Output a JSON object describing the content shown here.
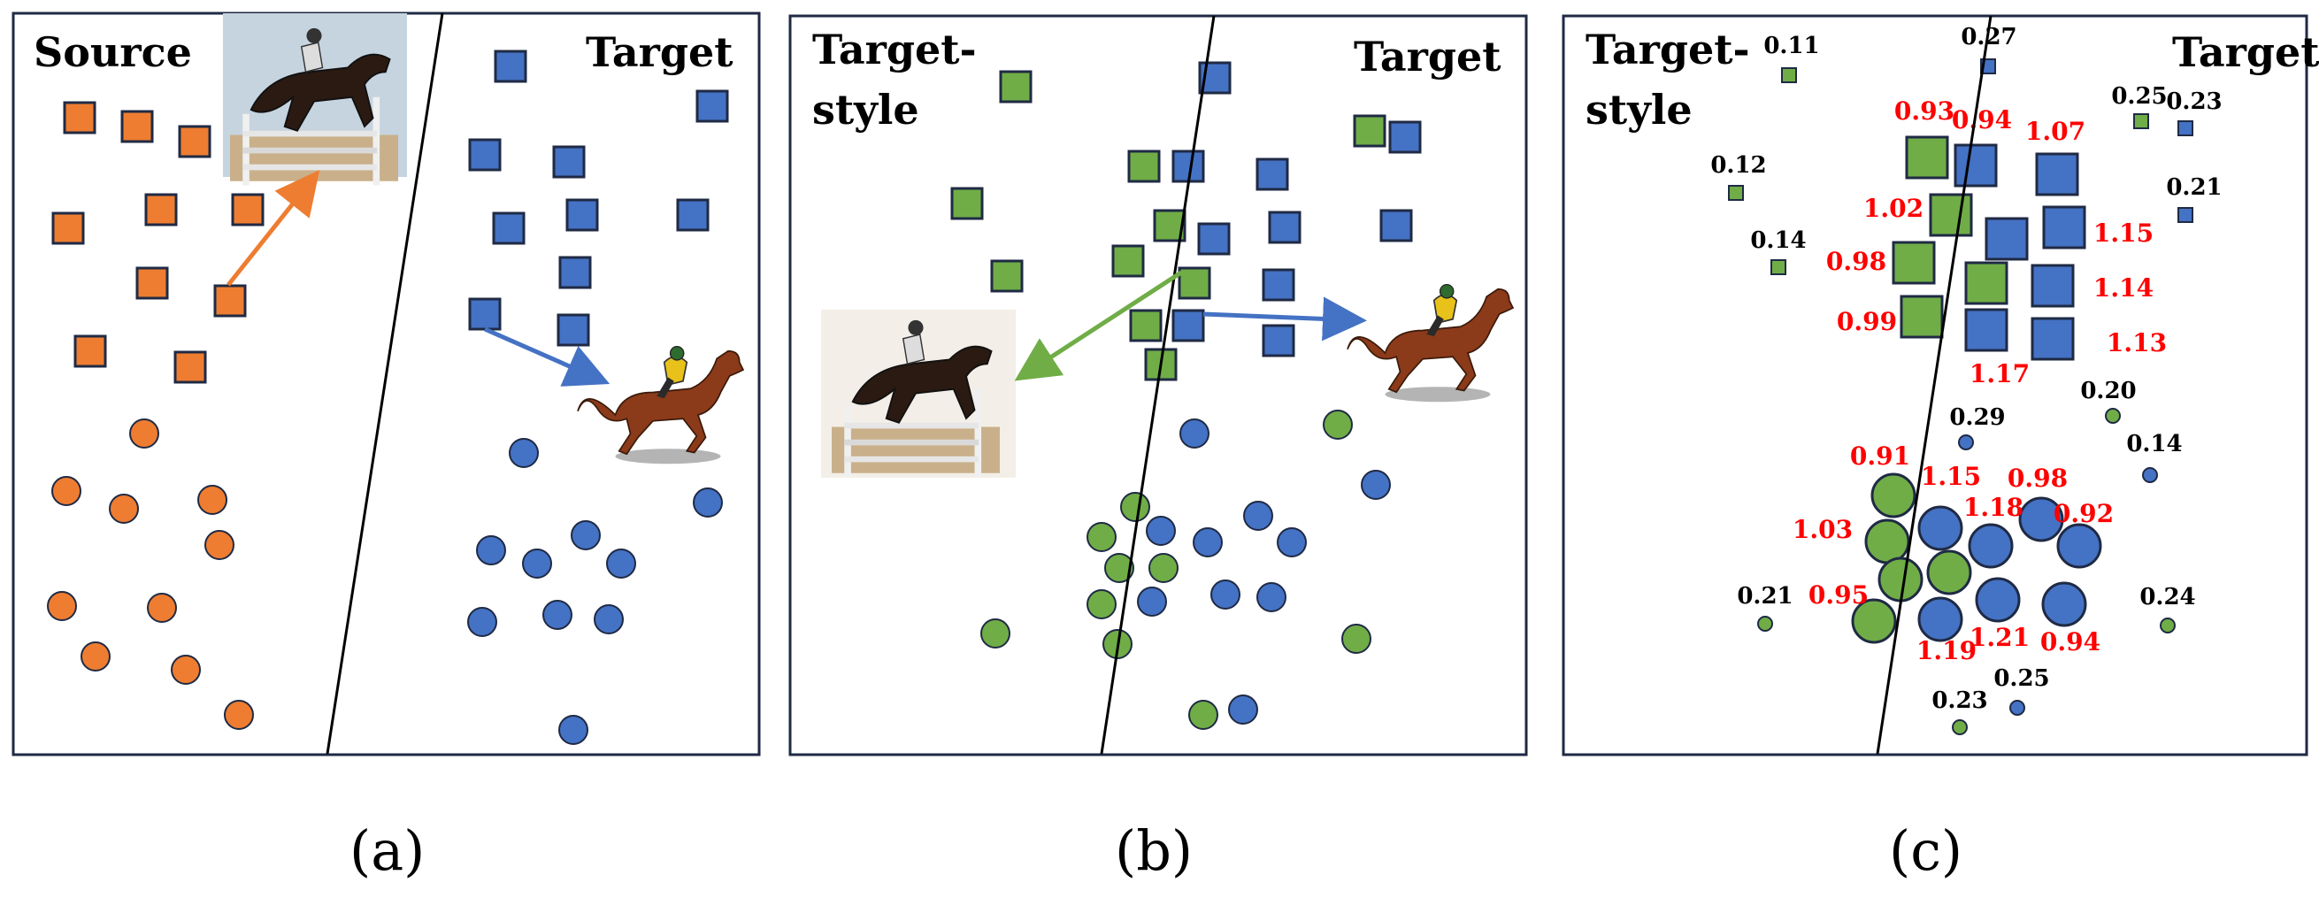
{
  "panels": {
    "a": {
      "caption": "(a)",
      "label_left": "Source",
      "label_right": "Target"
    },
    "b": {
      "caption": "(b)",
      "label_left_line1": "Target-",
      "label_left_line2": "style",
      "label_right": "Target"
    },
    "c": {
      "caption": "(c)",
      "label_left_line1": "Target-",
      "label_left_line2": "style",
      "label_right": "Target",
      "value_labels": {
        "small_square": [
          "0.11",
          "0.27",
          "0.25",
          "0.23",
          "0.12",
          "0.21",
          "0.14"
        ],
        "large_square": [
          "0.93",
          "0.94",
          "1.07",
          "1.02",
          "1.15",
          "0.98",
          "1.14",
          "0.99",
          "1.17",
          "1.13"
        ],
        "small_circle": [
          "0.29",
          "0.20",
          "0.14",
          "0.21",
          "0.24",
          "0.23",
          "0.25"
        ],
        "large_circle": [
          "0.91",
          "1.15",
          "0.98",
          "1.18",
          "0.92",
          "1.03",
          "0.95",
          "1.19",
          "1.21",
          "0.94"
        ]
      }
    }
  },
  "colors": {
    "source": "#ee7d31",
    "target": "#4472c4",
    "target_style": "#70ad47",
    "outline": "#1f2a44",
    "high_value_label": "#ff0000",
    "low_value_label": "#000000",
    "frame": "#1f2a44"
  },
  "icons": {
    "image_a_top": "jumping-horse-photo-icon",
    "image_a_bottom": "racing-horse-icon",
    "image_b_left": "jumping-horse-painting-icon",
    "image_b_right": "racing-horse-icon"
  }
}
